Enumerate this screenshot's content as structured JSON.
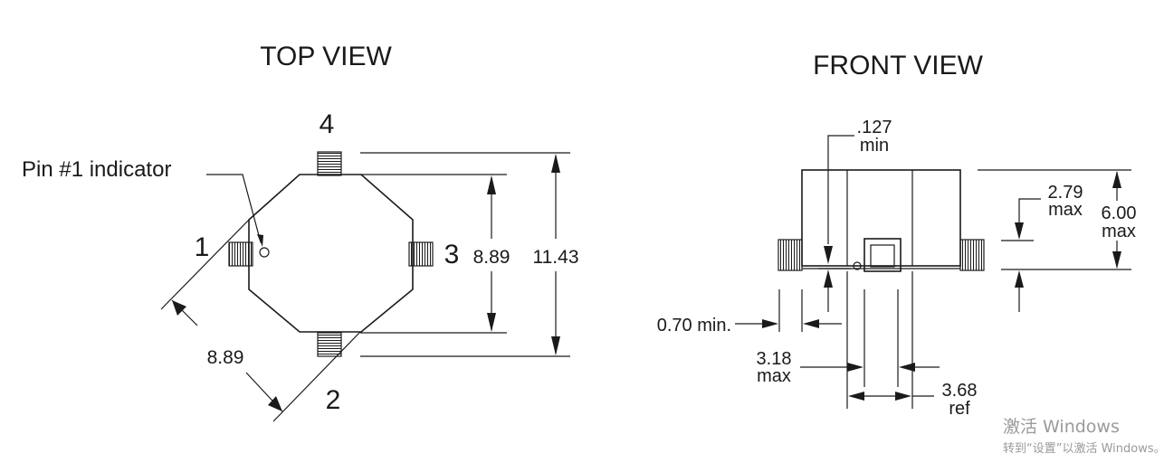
{
  "top_view": {
    "title": "TOP VIEW",
    "indicator_label": "Pin #1 indicator",
    "pin_labels": [
      "1",
      "2",
      "3",
      "4"
    ],
    "dims": {
      "inner_height": "8.89",
      "outer_height": "11.43",
      "diagonal": "8.89"
    }
  },
  "front_view": {
    "title": "FRONT VIEW",
    "dims": {
      "gap_value": ".127",
      "gap_unit": "min",
      "top_height_value": "2.79",
      "top_height_unit": "max",
      "total_height_value": "6.00",
      "total_height_unit": "max",
      "lead_min": "0.70 min.",
      "center_width_value": "3.18",
      "center_width_unit": "max",
      "ref_width_value": "3.68",
      "ref_width_unit": "ref"
    }
  },
  "watermark": {
    "line1": "激活 Windows",
    "line2": "转到“设置”以激活 Windows。"
  }
}
